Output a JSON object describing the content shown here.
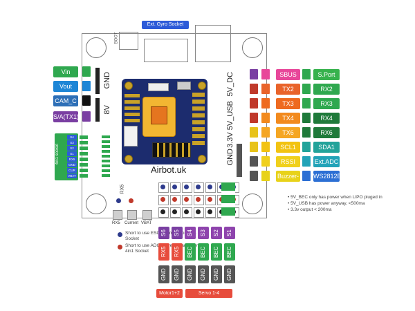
{
  "title": "Ext. Gyro Socket",
  "board_text": "Airbot.uk",
  "boot_label": "BOOT",
  "rx5_label": "RX5",
  "left_labels": [
    {
      "text": "Vin",
      "color": "#2fa84f"
    },
    {
      "text": "Vout",
      "color": "#1e86d6"
    },
    {
      "text": "CAM_C",
      "color": "#2d6fb7"
    },
    {
      "text": "S/A(TX1)",
      "color": "#7a3fa2"
    }
  ],
  "left_squares": [
    "#2fa84f",
    "#1e86d6",
    "#111111",
    "#7a3fa2"
  ],
  "left_vtext": [
    {
      "text": "GND"
    },
    {
      "text": "8V"
    }
  ],
  "fourinone": {
    "title": "4in1 socket",
    "items": [
      "S4",
      "S3",
      "S2",
      "S1",
      "RX5",
      "GND",
      "CUR",
      "VBAT"
    ],
    "color": "#2fa84f"
  },
  "right_vtext": [
    {
      "text": "5V_DC"
    },
    {
      "text": "3.3V 5V_USB"
    },
    {
      "text": "GND"
    }
  ],
  "right_rows": [
    {
      "left": "SBUS",
      "leftColor": "#e8479a",
      "right": "S.Port",
      "rightColor": "#37b24d"
    },
    {
      "left": "TX2",
      "leftColor": "#e9632a",
      "right": "RX2",
      "rightColor": "#2fa84f"
    },
    {
      "left": "TX3",
      "leftColor": "#ee6a20",
      "right": "RX3",
      "rightColor": "#2fa84f"
    },
    {
      "left": "TX4",
      "leftColor": "#f28a1e",
      "right": "RX4",
      "rightColor": "#1f7a3a"
    },
    {
      "left": "TX6",
      "leftColor": "#f5a623",
      "right": "RX6",
      "rightColor": "#1f7a3a"
    },
    {
      "left": "SCL1",
      "leftColor": "#f2c312",
      "right": "SDA1",
      "rightColor": "#22a39a"
    },
    {
      "left": "RSSI",
      "leftColor": "#f0d01c",
      "right": "Ext.ADC",
      "rightColor": "#22a3b8"
    },
    {
      "left": "Buzzer-",
      "leftColor": "#e8d21a",
      "right": "WS2812B",
      "rightColor": "#2c6fd4"
    }
  ],
  "notes": [
    "5V_BEC only has power when LIPO pluged in",
    "5V_USB has power anyway, <500ma",
    "3.3v output < 200ma"
  ],
  "solder_labels": [
    "RX5",
    "Current",
    "VBAT"
  ],
  "legend": [
    {
      "text": "Short to use ESC Telemetry on 4in1 Socket",
      "color": "#2d3a8c"
    },
    {
      "text": "Short to use ADC Current reading on 4in1 Socket",
      "color": "#c0392b"
    }
  ],
  "bottom_cols": [
    {
      "top": "S6",
      "topColor": "#7a3fa2",
      "mid": "RX5",
      "midColor": "#e74c3c",
      "bot": "GND"
    },
    {
      "top": "S5",
      "topColor": "#7a3fa2",
      "mid": "RX5",
      "midColor": "#e74c3c",
      "bot": "GND"
    },
    {
      "top": "S4",
      "topColor": "#8e44ad",
      "mid": "BEC",
      "midColor": "#2fa84f",
      "bot": "GND"
    },
    {
      "top": "S3",
      "topColor": "#8e44ad",
      "mid": "BEC",
      "midColor": "#2fa84f",
      "bot": "GND"
    },
    {
      "top": "S2",
      "topColor": "#8e44ad",
      "mid": "BEC",
      "midColor": "#2fa84f",
      "bot": "GND"
    },
    {
      "top": "S1",
      "topColor": "#8e44ad",
      "mid": "BEC",
      "midColor": "#2fa84f",
      "bot": "GND"
    }
  ],
  "bottom_groups": [
    "Motor1+2",
    "Servo 1-4"
  ],
  "colors": {
    "accent_blue": "#2d5bd8",
    "gnd": "#555555",
    "board": "#1c2c6e"
  }
}
